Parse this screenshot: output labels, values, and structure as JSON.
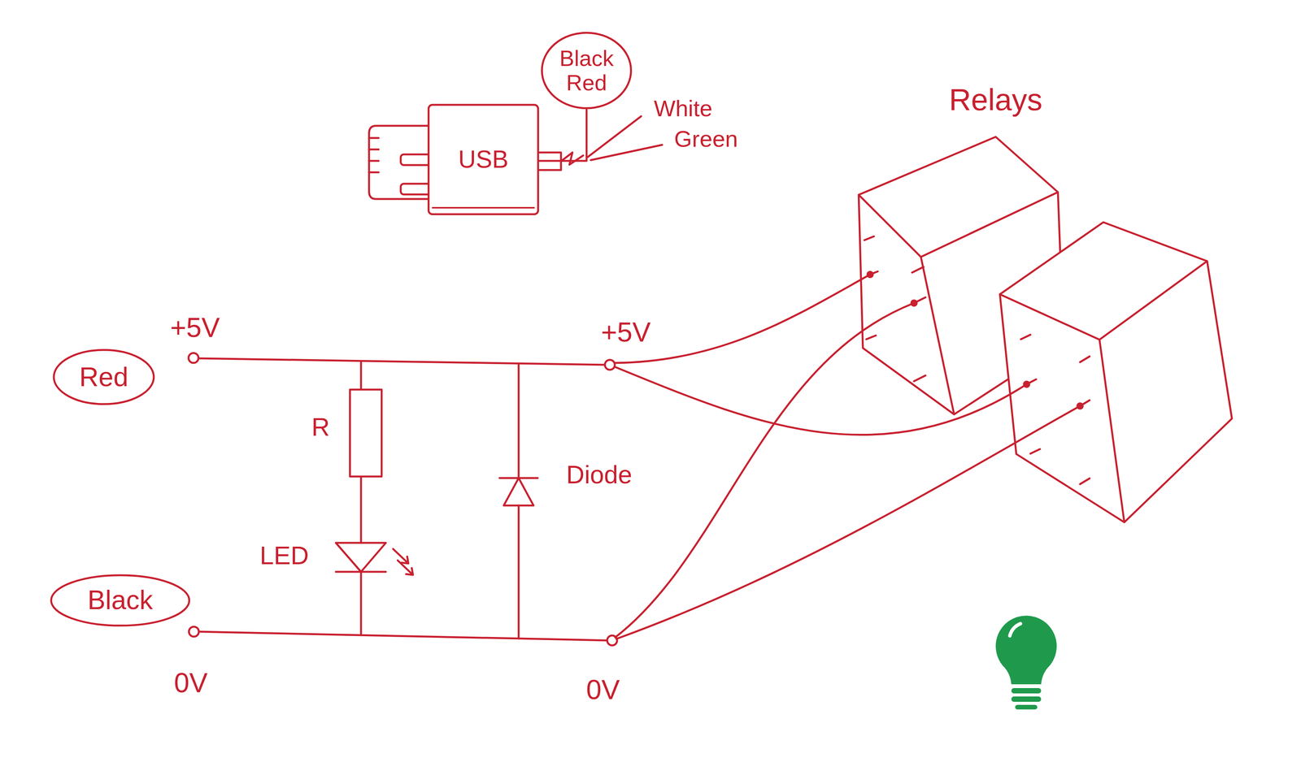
{
  "diagram": {
    "nodes": [
      {
        "text": [
          "Black Red"
        ]
      },
      {
        "text": [
          "USB"
        ]
      },
      {
        "text": [
          "Red"
        ]
      },
      {
        "text": [
          "Black"
        ]
      }
    ],
    "edges": [
      {
        "from": 0,
        "to": 1,
        "arrow": "none"
      }
    ],
    "labels": [
      "White",
      "Green",
      "Relays",
      "+5V",
      "+5V",
      "R",
      "Diode",
      "LED",
      "0V",
      "0V"
    ]
  }
}
